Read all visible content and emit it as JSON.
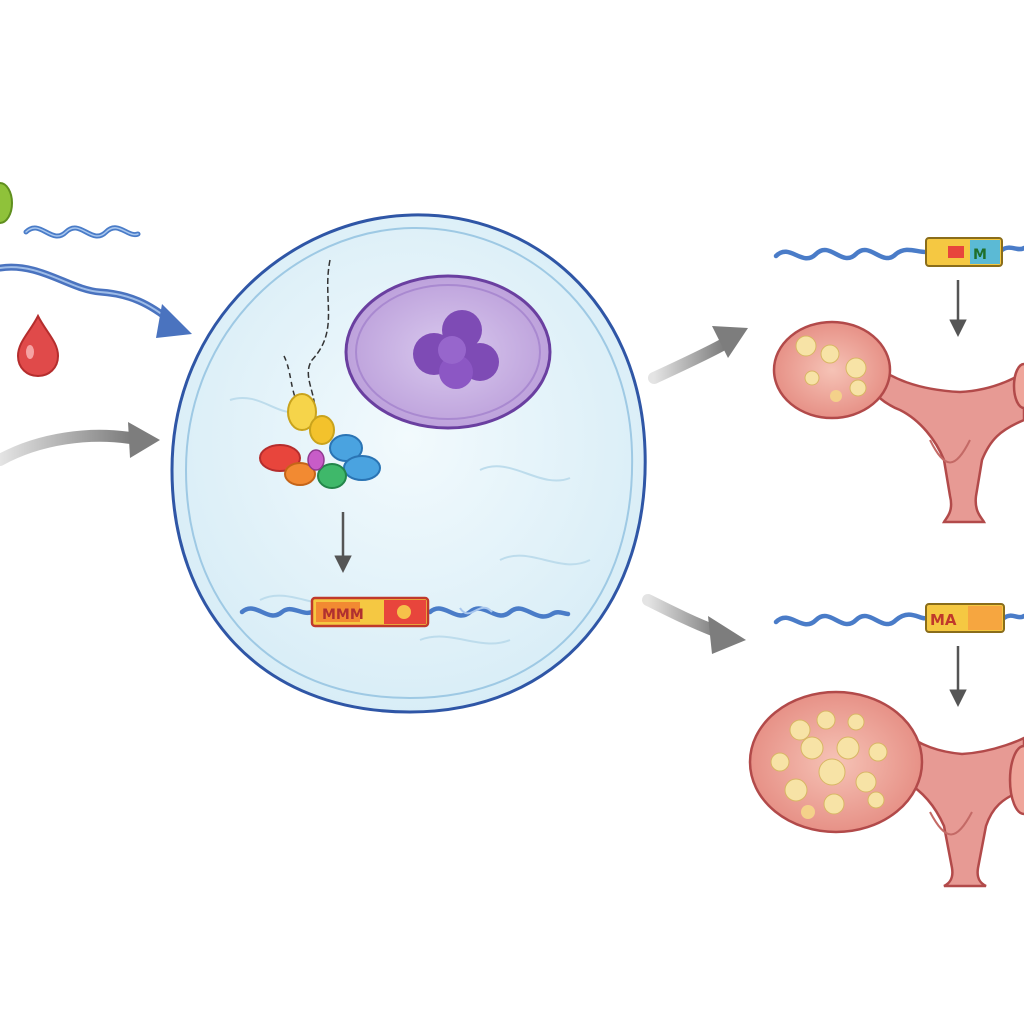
{
  "diagram": {
    "colors": {
      "background": "#ffffff",
      "cell_fill": "#e3f2f9",
      "cell_outline": "#2f56a6",
      "nucleus_fill": "#c7b2e0",
      "nucleolus": "#7e4bb5",
      "dna": "#4a7cc8",
      "arrow_gray": "#8a8a8a",
      "arrow_blue": "#4a73bf",
      "blood_drop": "#e04a4a",
      "green_blob": "#8fc23a",
      "ovary_fill": "#efa59a",
      "ovary_outline": "#b24a4a",
      "uterus_fill": "#e79a94",
      "follicle": "#f7e3a6",
      "gene_box_outline": "#c0392b"
    },
    "icons": [
      "blood-drop-icon",
      "green-molecule-icon",
      "transcription-factor-icon",
      "nucleus-icon"
    ],
    "gene_labels": {
      "cell_gene_left": "MMM",
      "top_gene": "M",
      "bottom_gene": "MA"
    }
  }
}
